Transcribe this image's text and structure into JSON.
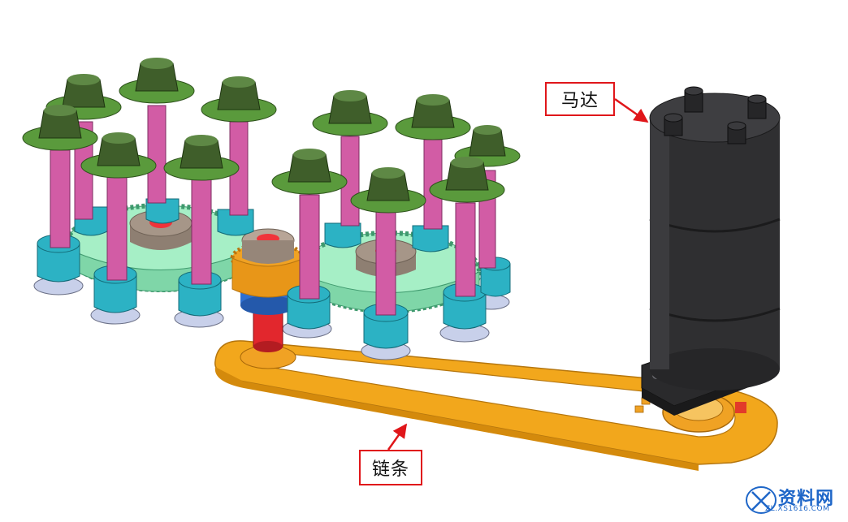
{
  "labels": {
    "motor": "马达",
    "chain": "链条"
  },
  "watermark": {
    "text": "资料网",
    "url": "ZL.XS1616.COM"
  },
  "colors": {
    "callout_border": "#e0161a",
    "mold_top": "#3f5e2a",
    "mold_flange": "#5a9a3c",
    "pillar": "#d25ca5",
    "small_gear": "#2cb2c4",
    "big_gear": "#a6efc6",
    "center_gear": "#f0a224",
    "hub_red": "#f0333a",
    "hub_tan": "#a69688",
    "chain": "#f2a71c",
    "motor": "#2f2f31",
    "base_disk": "#c8d0ea",
    "watermark": "#1e66c8"
  },
  "icons": [
    "arrow-icon",
    "watermark-logo-icon"
  ]
}
